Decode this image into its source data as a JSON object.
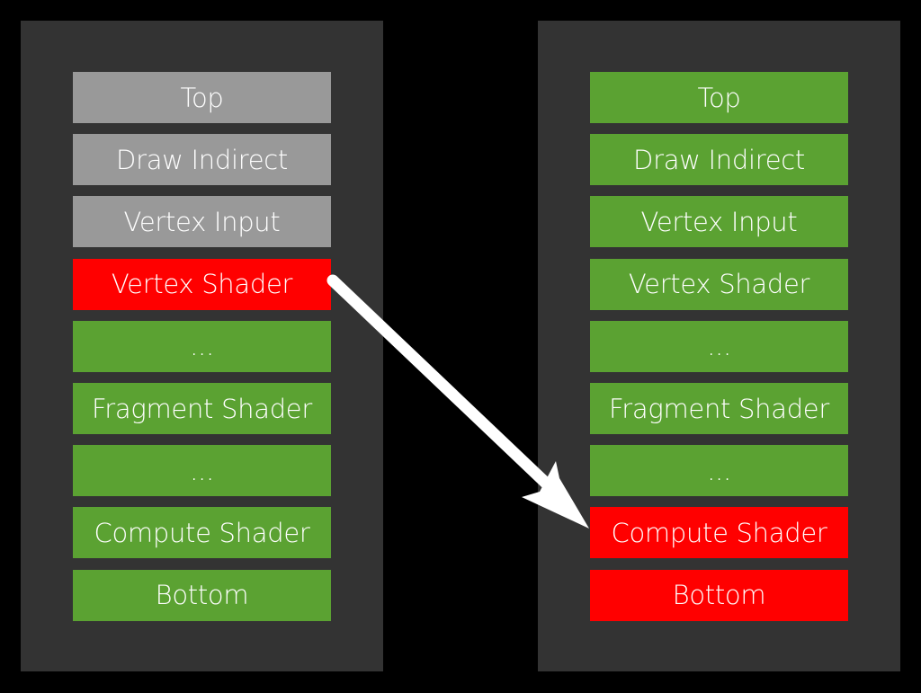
{
  "colors": {
    "background": "#000000",
    "panel": "#333333",
    "inactive": "#999999",
    "active": "#5ba232",
    "highlight": "#ff0000",
    "arrow": "#ffffff"
  },
  "left_pipeline": {
    "stages": [
      {
        "label": "Top",
        "state": "gray"
      },
      {
        "label": "Draw Indirect",
        "state": "gray"
      },
      {
        "label": "Vertex Input",
        "state": "gray"
      },
      {
        "label": "Vertex Shader",
        "state": "red"
      },
      {
        "label": "...",
        "state": "green"
      },
      {
        "label": "Fragment Shader",
        "state": "green"
      },
      {
        "label": "...",
        "state": "green"
      },
      {
        "label": "Compute Shader",
        "state": "green"
      },
      {
        "label": "Bottom",
        "state": "green"
      }
    ]
  },
  "right_pipeline": {
    "stages": [
      {
        "label": "Top",
        "state": "green"
      },
      {
        "label": "Draw Indirect",
        "state": "green"
      },
      {
        "label": "Vertex Input",
        "state": "green"
      },
      {
        "label": "Vertex Shader",
        "state": "green"
      },
      {
        "label": "...",
        "state": "green"
      },
      {
        "label": "Fragment Shader",
        "state": "green"
      },
      {
        "label": "...",
        "state": "green"
      },
      {
        "label": "Compute Shader",
        "state": "red"
      },
      {
        "label": "Bottom",
        "state": "red"
      }
    ]
  },
  "arrow": {
    "from": "left_pipeline.Vertex Shader",
    "to": "right_pipeline.Compute Shader"
  }
}
